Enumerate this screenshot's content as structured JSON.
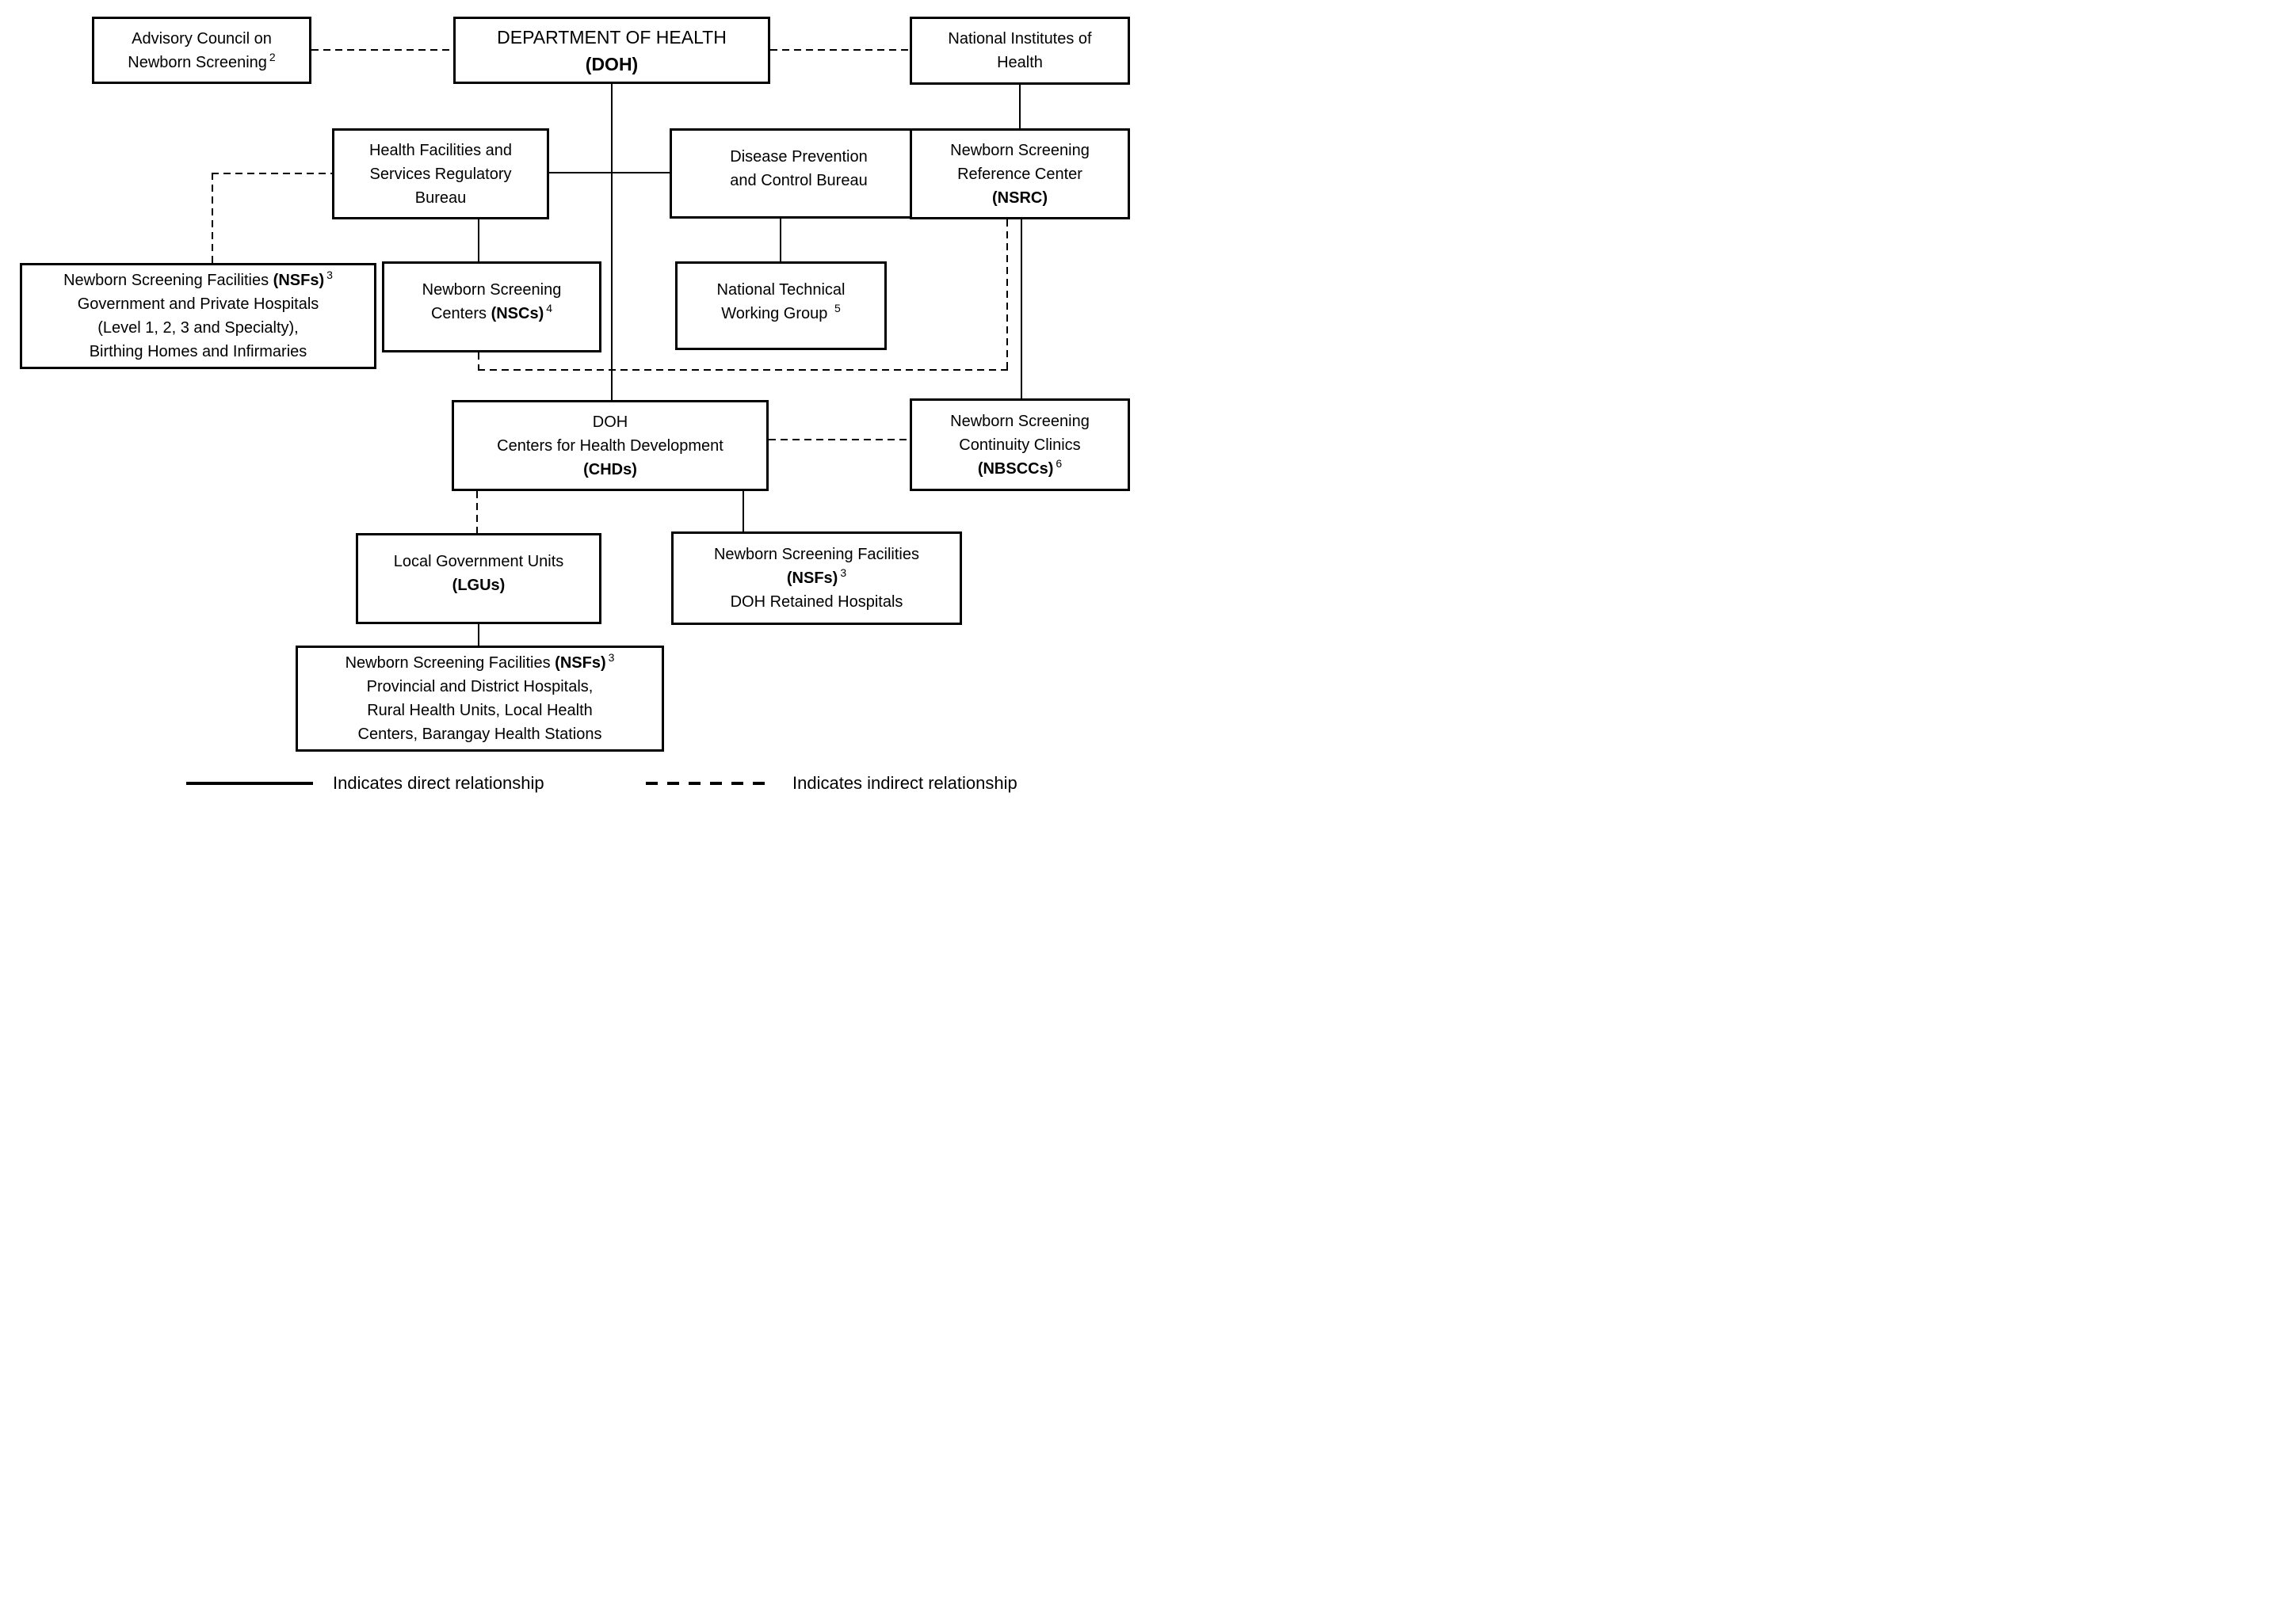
{
  "nodes": {
    "advisory": {
      "line1": "Advisory Council on",
      "line2": "Newborn Screening",
      "sup": "2"
    },
    "doh": {
      "line1": "DEPARTMENT OF HEALTH",
      "abbr": "(DOH)"
    },
    "nih": {
      "line1": "National Institutes of",
      "line2": "Health"
    },
    "hfsrb": {
      "line1": "Health Facilities and",
      "line2": "Services Regulatory",
      "line3": "Bureau"
    },
    "dpcb": {
      "line1": "Disease Prevention",
      "line2": "and Control Bureau"
    },
    "nsrc": {
      "line1": "Newborn Screening",
      "line2": "Reference Center",
      "abbr": "(NSRC)"
    },
    "nsf_hospitals": {
      "line1": "Newborn Screening Facilities ",
      "abbr": "(NSFs)",
      "sup": "3",
      "line2": "Government and Private Hospitals",
      "line3": "(Level 1, 2, 3 and Specialty),",
      "line4": "Birthing Homes and Infirmaries"
    },
    "nsc": {
      "line1": "Newborn Screening",
      "line2": "Centers ",
      "abbr": "(NSCs)",
      "sup": "4"
    },
    "ntwg": {
      "line1": "National Technical",
      "line2": "Working Group ",
      "sup": "5"
    },
    "chd": {
      "line1": "DOH",
      "line2": "Centers for Health Development",
      "abbr": "(CHDs)"
    },
    "nbscc": {
      "line1": "Newborn Screening",
      "line2": "Continuity Clinics",
      "abbr": "(NBSCCs)",
      "sup": "6"
    },
    "lgu": {
      "line1": "Local Government Units",
      "abbr": "(LGUs)"
    },
    "nsf_doh": {
      "line1": "Newborn Screening Facilities",
      "abbr": "(NSFs)",
      "sup": "3",
      "line2": "DOH Retained Hospitals"
    },
    "nsf_local": {
      "line1": "Newborn Screening Facilities ",
      "abbr": "(NSFs)",
      "sup": "3",
      "line2": "Provincial and District Hospitals,",
      "line3": "Rural Health Units, Local Health",
      "line4": "Centers, Barangay Health Stations"
    }
  },
  "legend": {
    "direct": "Indicates direct relationship",
    "indirect": "Indicates indirect relationship"
  },
  "colors": {
    "line": "#000000",
    "background": "#ffffff"
  }
}
